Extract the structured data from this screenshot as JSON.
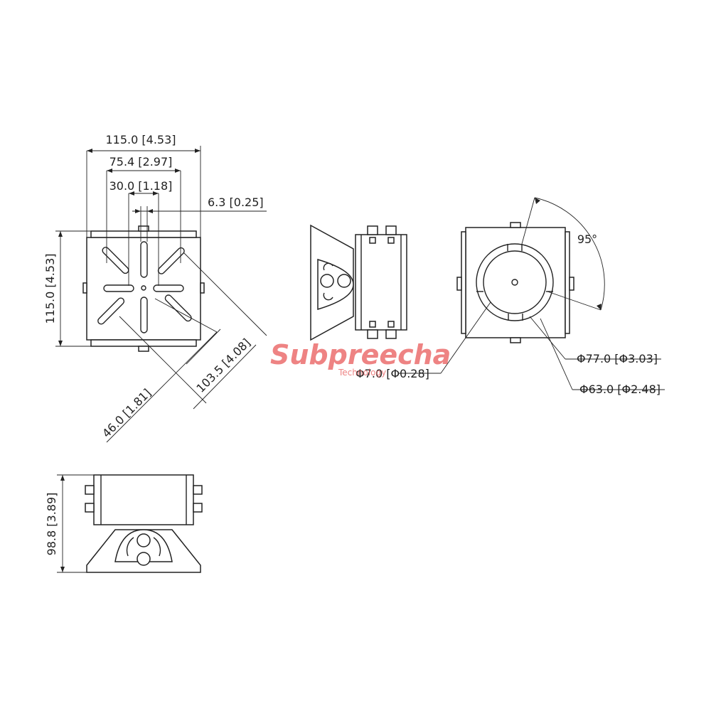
{
  "front_view": {
    "width_overall": "115.0 [4.53]",
    "slot_span": "75.4 [2.97]",
    "center_slot": "30.0 [1.18]",
    "slot_width": "6.3 [0.25]",
    "height_overall": "115.0 [4.53]",
    "diagonal_long": "103.5 [4.08]",
    "diagonal_short": "46.0 [1.81]"
  },
  "bottom_view": {
    "height": "98.8 [3.89]"
  },
  "top_view": {
    "angle": "95°",
    "outer_diameter": "Φ77.0 [Φ3.03]",
    "inner_diameter": "Φ63.0 [Φ2.48]",
    "hole_diameter": "Φ7.0 [Φ0.28]"
  },
  "watermark": {
    "brand": "Subpreecha",
    "sub": "Technology"
  },
  "colors": {
    "line": "#222222",
    "watermark": "#e85a5a"
  }
}
